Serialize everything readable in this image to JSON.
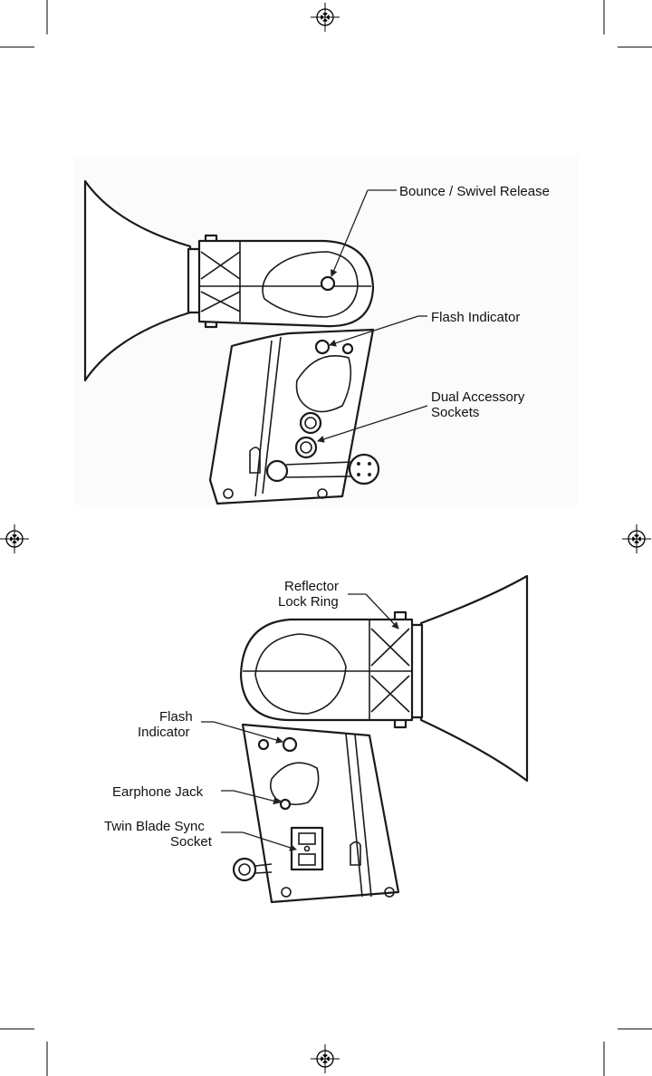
{
  "figure_top": {
    "labels": {
      "bounce_swivel": "Bounce / Swivel Release",
      "flash_indicator": "Flash Indicator",
      "dual_accessory_line1": "Dual Accessory",
      "dual_accessory_line2": "Sockets"
    }
  },
  "figure_bottom": {
    "labels": {
      "reflector_line1": "Reflector",
      "reflector_line2": "Lock Ring",
      "flash_indicator_line1": "Flash",
      "flash_indicator_line2": "Indicator",
      "earphone_jack": "Earphone  Jack",
      "twin_blade_line1": "Twin Blade Sync",
      "twin_blade_line2": "Socket"
    }
  },
  "print_marks": {
    "registration_mark_icon": "crosshair-circle-icon",
    "crop_mark_icon": "crop-mark-icon"
  }
}
